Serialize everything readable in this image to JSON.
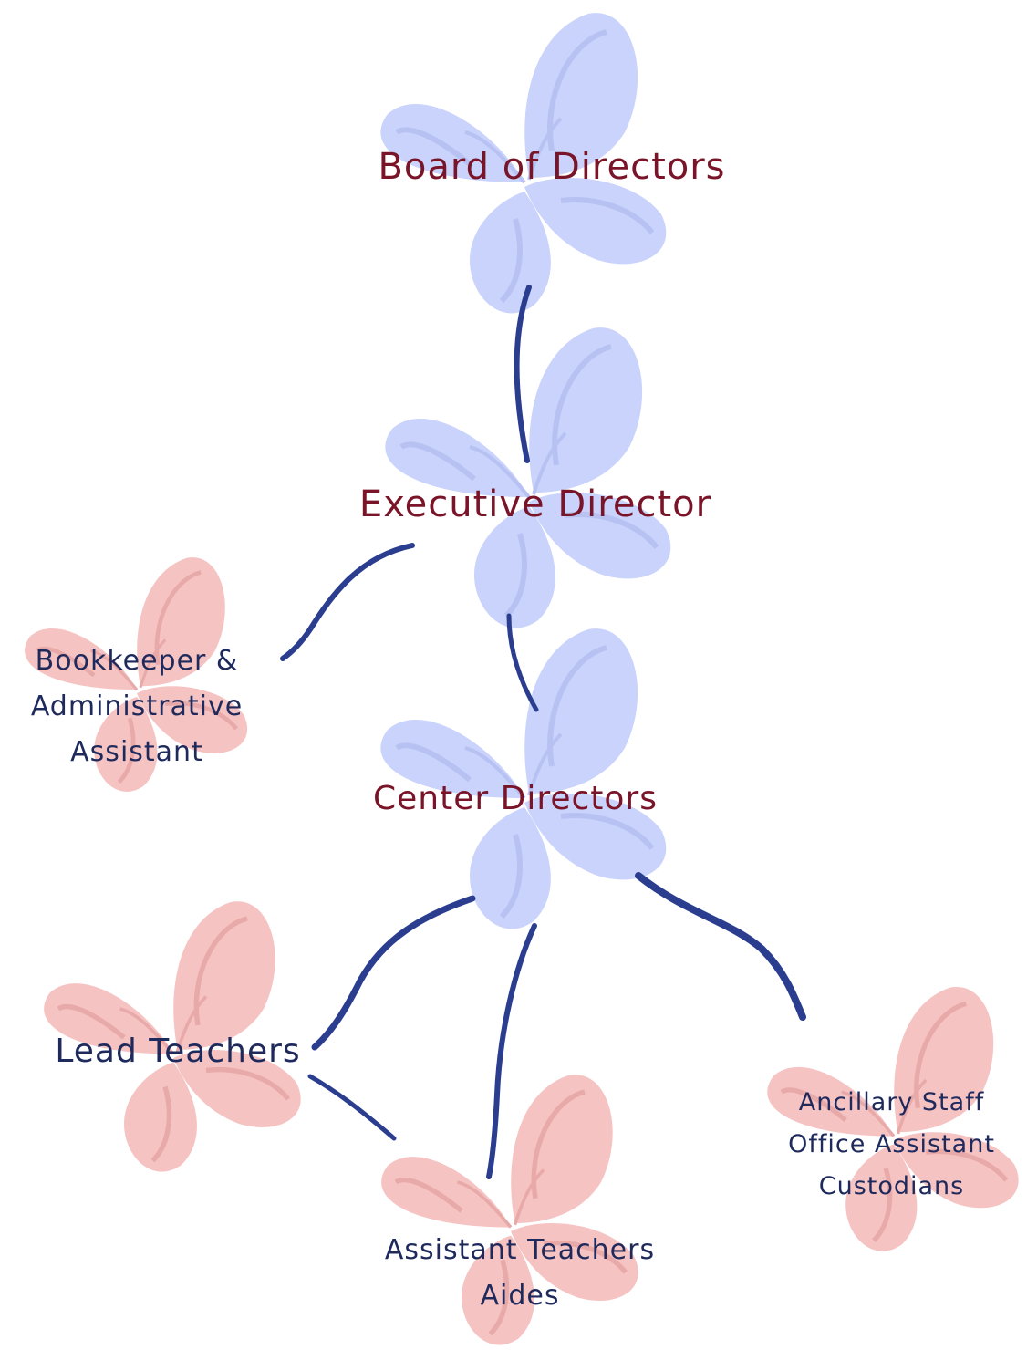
{
  "diagram": {
    "nodes": {
      "board": {
        "label": "Board of Directors"
      },
      "executive": {
        "label": "Executive Director"
      },
      "bookkeeper": {
        "lines": [
          "Bookkeeper &",
          "Administrative",
          "Assistant"
        ]
      },
      "center": {
        "label": "Center Directors"
      },
      "lead": {
        "label": "Lead Teachers"
      },
      "assistant": {
        "lines": [
          "Assistant Teachers",
          "Aides"
        ]
      },
      "ancillary": {
        "lines": [
          "Ancillary Staff",
          "Office Assistant",
          "Custodians"
        ]
      }
    },
    "edges": [
      {
        "from": "Board of Directors",
        "to": "Executive Director"
      },
      {
        "from": "Executive Director",
        "to": "Bookkeeper & Administrative Assistant"
      },
      {
        "from": "Executive Director",
        "to": "Center Directors"
      },
      {
        "from": "Center Directors",
        "to": "Lead Teachers"
      },
      {
        "from": "Center Directors",
        "to": "Assistant Teachers Aides"
      },
      {
        "from": "Center Directors",
        "to": "Ancillary Staff Office Assistant Custodians"
      },
      {
        "from": "Lead Teachers",
        "to": "Assistant Teachers Aides"
      }
    ],
    "colors": {
      "blue_butterfly": "#c9d3fb",
      "blue_butterfly_line": "#b7c2f2",
      "pink_butterfly": "#f6c3c3",
      "pink_butterfly_line": "#e8a9a9",
      "connector": "#2b3d8f",
      "primary_text": "#7a1428",
      "secondary_text": "#1f2a5c"
    }
  }
}
